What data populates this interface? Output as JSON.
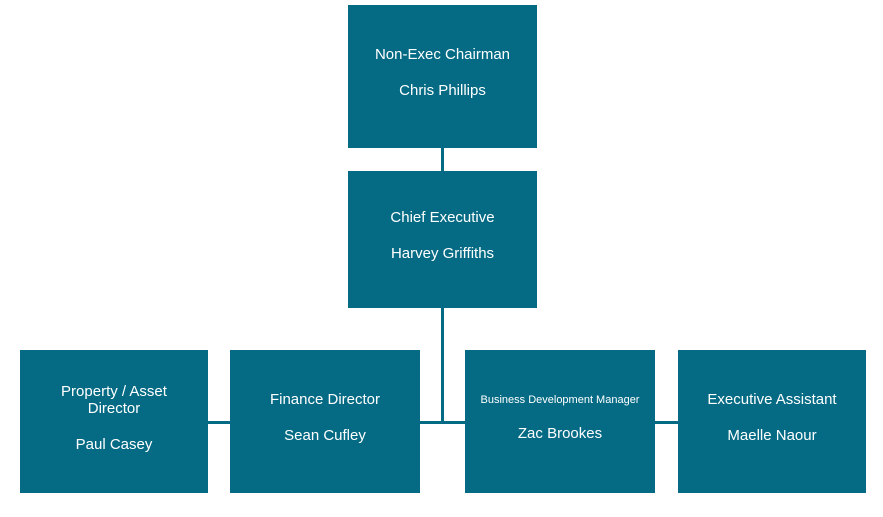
{
  "page": {
    "background": "#ffffff"
  },
  "diagram": {
    "type": "org-chart",
    "node_fill": "#056b85",
    "node_text_color": "#ffffff",
    "connector_color": "#056b85"
  },
  "nodes": [
    {
      "title": "Non-Exec Chairman",
      "name": "Chris Phillips",
      "reports_to": null
    },
    {
      "title": "Chief Executive",
      "name": "Harvey Griffiths",
      "reports_to": "Non-Exec Chairman"
    },
    {
      "title": "Property / Asset Director",
      "name": "Paul Casey",
      "reports_to": "Chief Executive"
    },
    {
      "title": "Finance Director",
      "name": "Sean Cufley",
      "reports_to": "Chief Executive"
    },
    {
      "title": "Business Development Manager",
      "name": "Zac Brookes",
      "reports_to": "Chief Executive"
    },
    {
      "title": "Executive Assistant",
      "name": "Maelle Naour",
      "reports_to": "Chief Executive"
    }
  ]
}
